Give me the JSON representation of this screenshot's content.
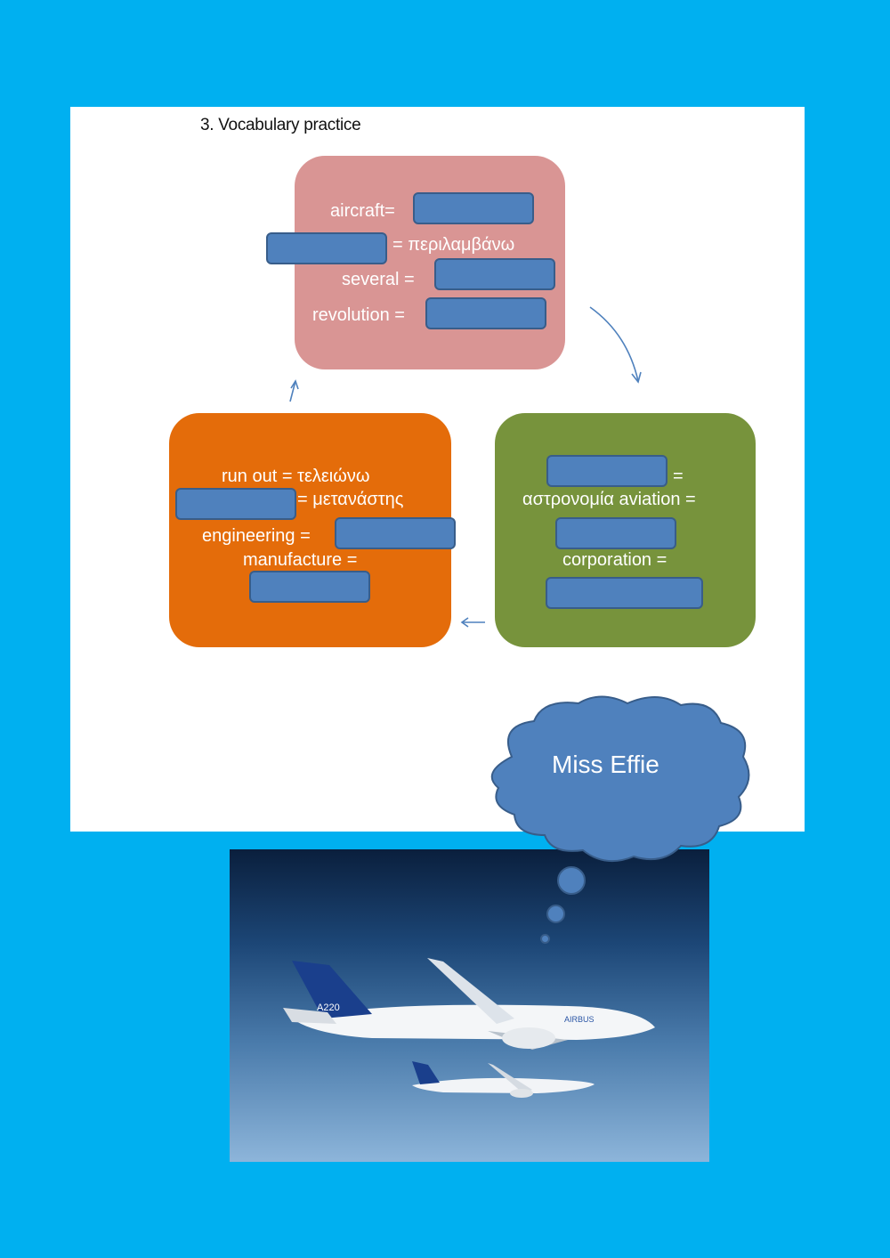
{
  "exercise": {
    "title": "3. Vocabulary practice"
  },
  "pink_box": {
    "aircraft": "aircraft=",
    "include": "= περιλαμβάνω",
    "several": "several  =",
    "revolution": "revolution ="
  },
  "green_box": {
    "astronomy_eq": "=",
    "astronomy_aviation": "αστρονομία aviation =",
    "corporation": "corporation ="
  },
  "orange_box": {
    "run_out": "run out = τελειώνω",
    "immigrant": "= μετανάστης",
    "engineering": "engineering =",
    "manufacture": "manufacture ="
  },
  "cloud": {
    "text": "Miss Effie"
  },
  "photo": {
    "plane_tail_text": "A220",
    "plane_body_text": "AIRBUS"
  },
  "colors": {
    "background": "#00b0f0",
    "pink": "#d99594",
    "green": "#77933c",
    "orange": "#e46c0a",
    "answer_blank": "#4f81bd"
  }
}
